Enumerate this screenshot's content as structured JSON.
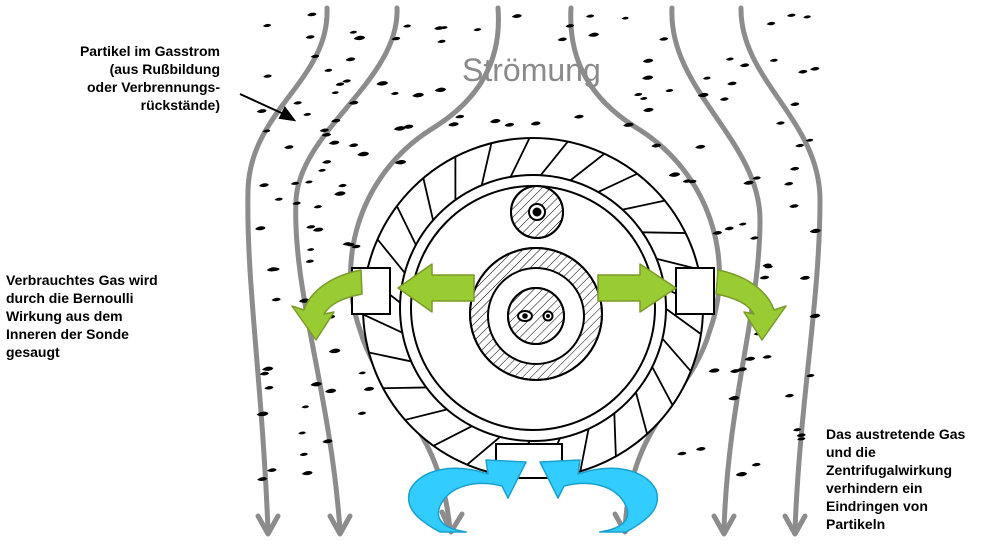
{
  "flow_label": "Strömung",
  "notes": {
    "particles": [
      "Partikel im Gasstrom",
      "(aus Rußbildung",
      "oder Verbrennungs-",
      "rückstände)"
    ],
    "bernoulli": [
      "Verbrauchtes Gas wird",
      "durch die Bernoulli",
      "Wirkung aus dem",
      "Inneren der Sonde",
      "gesaugt"
    ],
    "centrifugal": [
      "Das austretende Gas",
      "und die",
      "Zentrifugalwirkung",
      "verhindern ein",
      "Eindringen von",
      "Partikeln"
    ]
  },
  "colors": {
    "flow_lines": "#8c8c8c",
    "green_arrows": "#99cc33",
    "blue_arrows": "#33ccff",
    "outline": "#000000",
    "particles": "#000000"
  }
}
